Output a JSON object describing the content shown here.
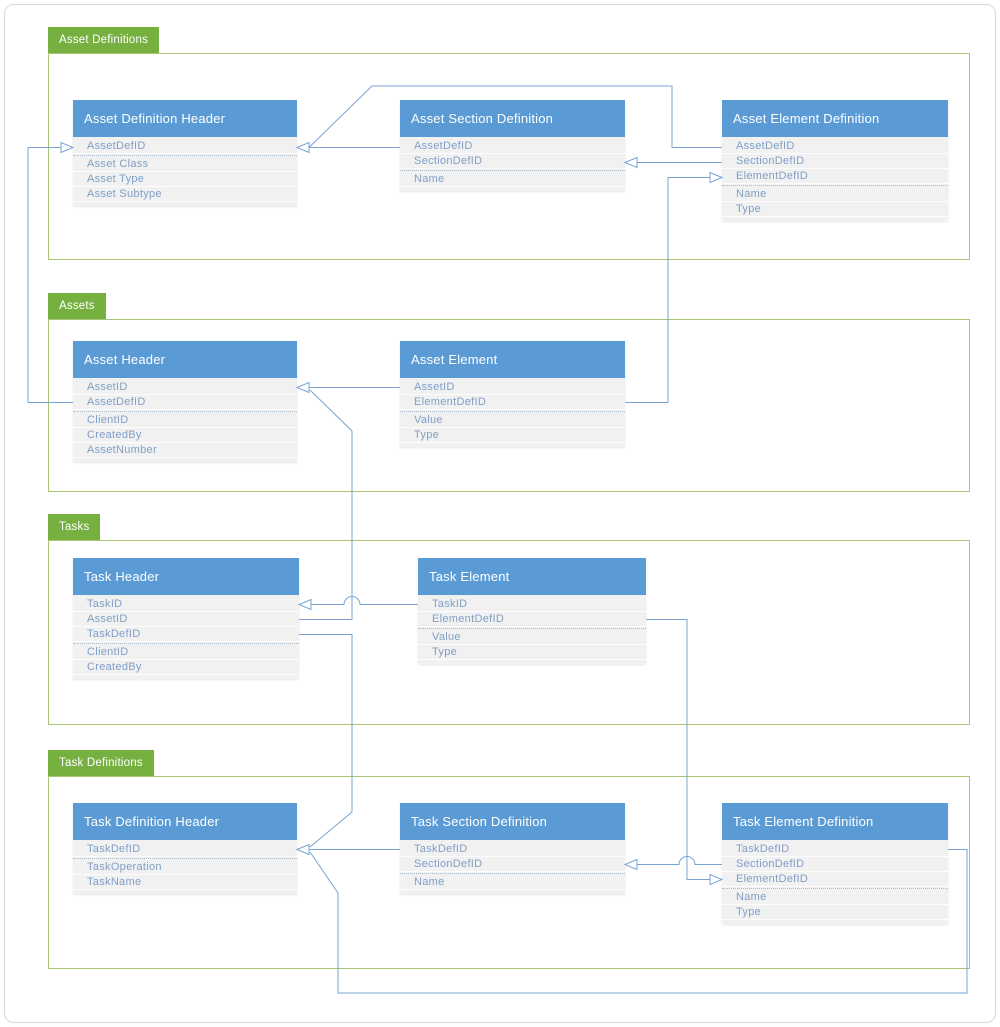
{
  "colors": {
    "entity_header_blue": "#5b9bd5",
    "entity_body_gray": "#f1f1f2",
    "field_text_blue": "#7f9fc6",
    "group_label_green": "#76b041",
    "group_border_green": "#a9c578",
    "connector_blue": "#78a3d4",
    "canvas_border_gray": "#d8d8d8"
  },
  "groups": [
    {
      "label": "Asset Definitions"
    },
    {
      "label": "Assets"
    },
    {
      "label": "Tasks"
    },
    {
      "label": "Task Definitions"
    }
  ],
  "entities": {
    "asset_definition_header": {
      "title": "Asset Definition Header",
      "keys": [
        "AssetDefID"
      ],
      "fields": [
        "Asset Class",
        "Asset Type",
        "Asset Subtype"
      ]
    },
    "asset_section_definition": {
      "title": "Asset Section Definition",
      "keys": [
        "AssetDefID",
        "SectionDefID"
      ],
      "fields": [
        "Name"
      ]
    },
    "asset_element_definition": {
      "title": "Asset Element Definition",
      "keys": [
        "AssetDefID",
        "SectionDefID",
        "ElementDefID"
      ],
      "fields": [
        "Name",
        "Type"
      ]
    },
    "asset_header": {
      "title": "Asset Header",
      "keys": [
        "AssetID",
        "AssetDefID"
      ],
      "fields": [
        "ClientID",
        "CreatedBy",
        "AssetNumber"
      ]
    },
    "asset_element": {
      "title": "Asset Element",
      "keys": [
        "AssetID",
        "ElementDefID"
      ],
      "fields": [
        "Value",
        "Type"
      ]
    },
    "task_header": {
      "title": "Task Header",
      "keys": [
        "TaskID",
        "AssetID",
        "TaskDefID"
      ],
      "fields": [
        "ClientID",
        "CreatedBy"
      ]
    },
    "task_element": {
      "title": "Task Element",
      "keys": [
        "TaskID",
        "ElementDefID"
      ],
      "fields": [
        "Value",
        "Type"
      ]
    },
    "task_definition_header": {
      "title": "Task Definition Header",
      "keys": [
        "TaskDefID"
      ],
      "fields": [
        "TaskOperation",
        "TaskName"
      ]
    },
    "task_section_definition": {
      "title": "Task Section Definition",
      "keys": [
        "TaskDefID",
        "SectionDefID"
      ],
      "fields": [
        "Name"
      ]
    },
    "task_element_definition": {
      "title": "Task Element Definition",
      "keys": [
        "TaskDefID",
        "SectionDefID",
        "ElementDefID"
      ],
      "fields": [
        "Name",
        "Type"
      ]
    }
  },
  "connections": [
    {
      "from": "Asset Header.AssetDefID",
      "to": "Asset Definition Header.AssetDefID"
    },
    {
      "from": "Asset Section Definition.AssetDefID",
      "to": "Asset Definition Header.AssetDefID"
    },
    {
      "from": "Asset Element Definition.AssetDefID",
      "to": "Asset Definition Header.AssetDefID"
    },
    {
      "from": "Asset Element Definition.SectionDefID",
      "to": "Asset Section Definition.SectionDefID"
    },
    {
      "from": "Asset Element.ElementDefID",
      "to": "Asset Element Definition.ElementDefID"
    },
    {
      "from": "Asset Element.AssetID",
      "to": "Asset Header.AssetID"
    },
    {
      "from": "Task Header.AssetID",
      "to": "Asset Header.AssetID"
    },
    {
      "from": "Task Element.TaskID",
      "to": "Task Header.TaskID"
    },
    {
      "from": "Task Header.TaskDefID",
      "to": "Task Definition Header.TaskDefID"
    },
    {
      "from": "Task Section Definition.TaskDefID",
      "to": "Task Definition Header.TaskDefID"
    },
    {
      "from": "Task Element Definition.TaskDefID",
      "to": "Task Definition Header.TaskDefID"
    },
    {
      "from": "Task Element Definition.SectionDefID",
      "to": "Task Section Definition.SectionDefID"
    },
    {
      "from": "Task Element.ElementDefID",
      "to": "Task Element Definition.ElementDefID"
    }
  ]
}
